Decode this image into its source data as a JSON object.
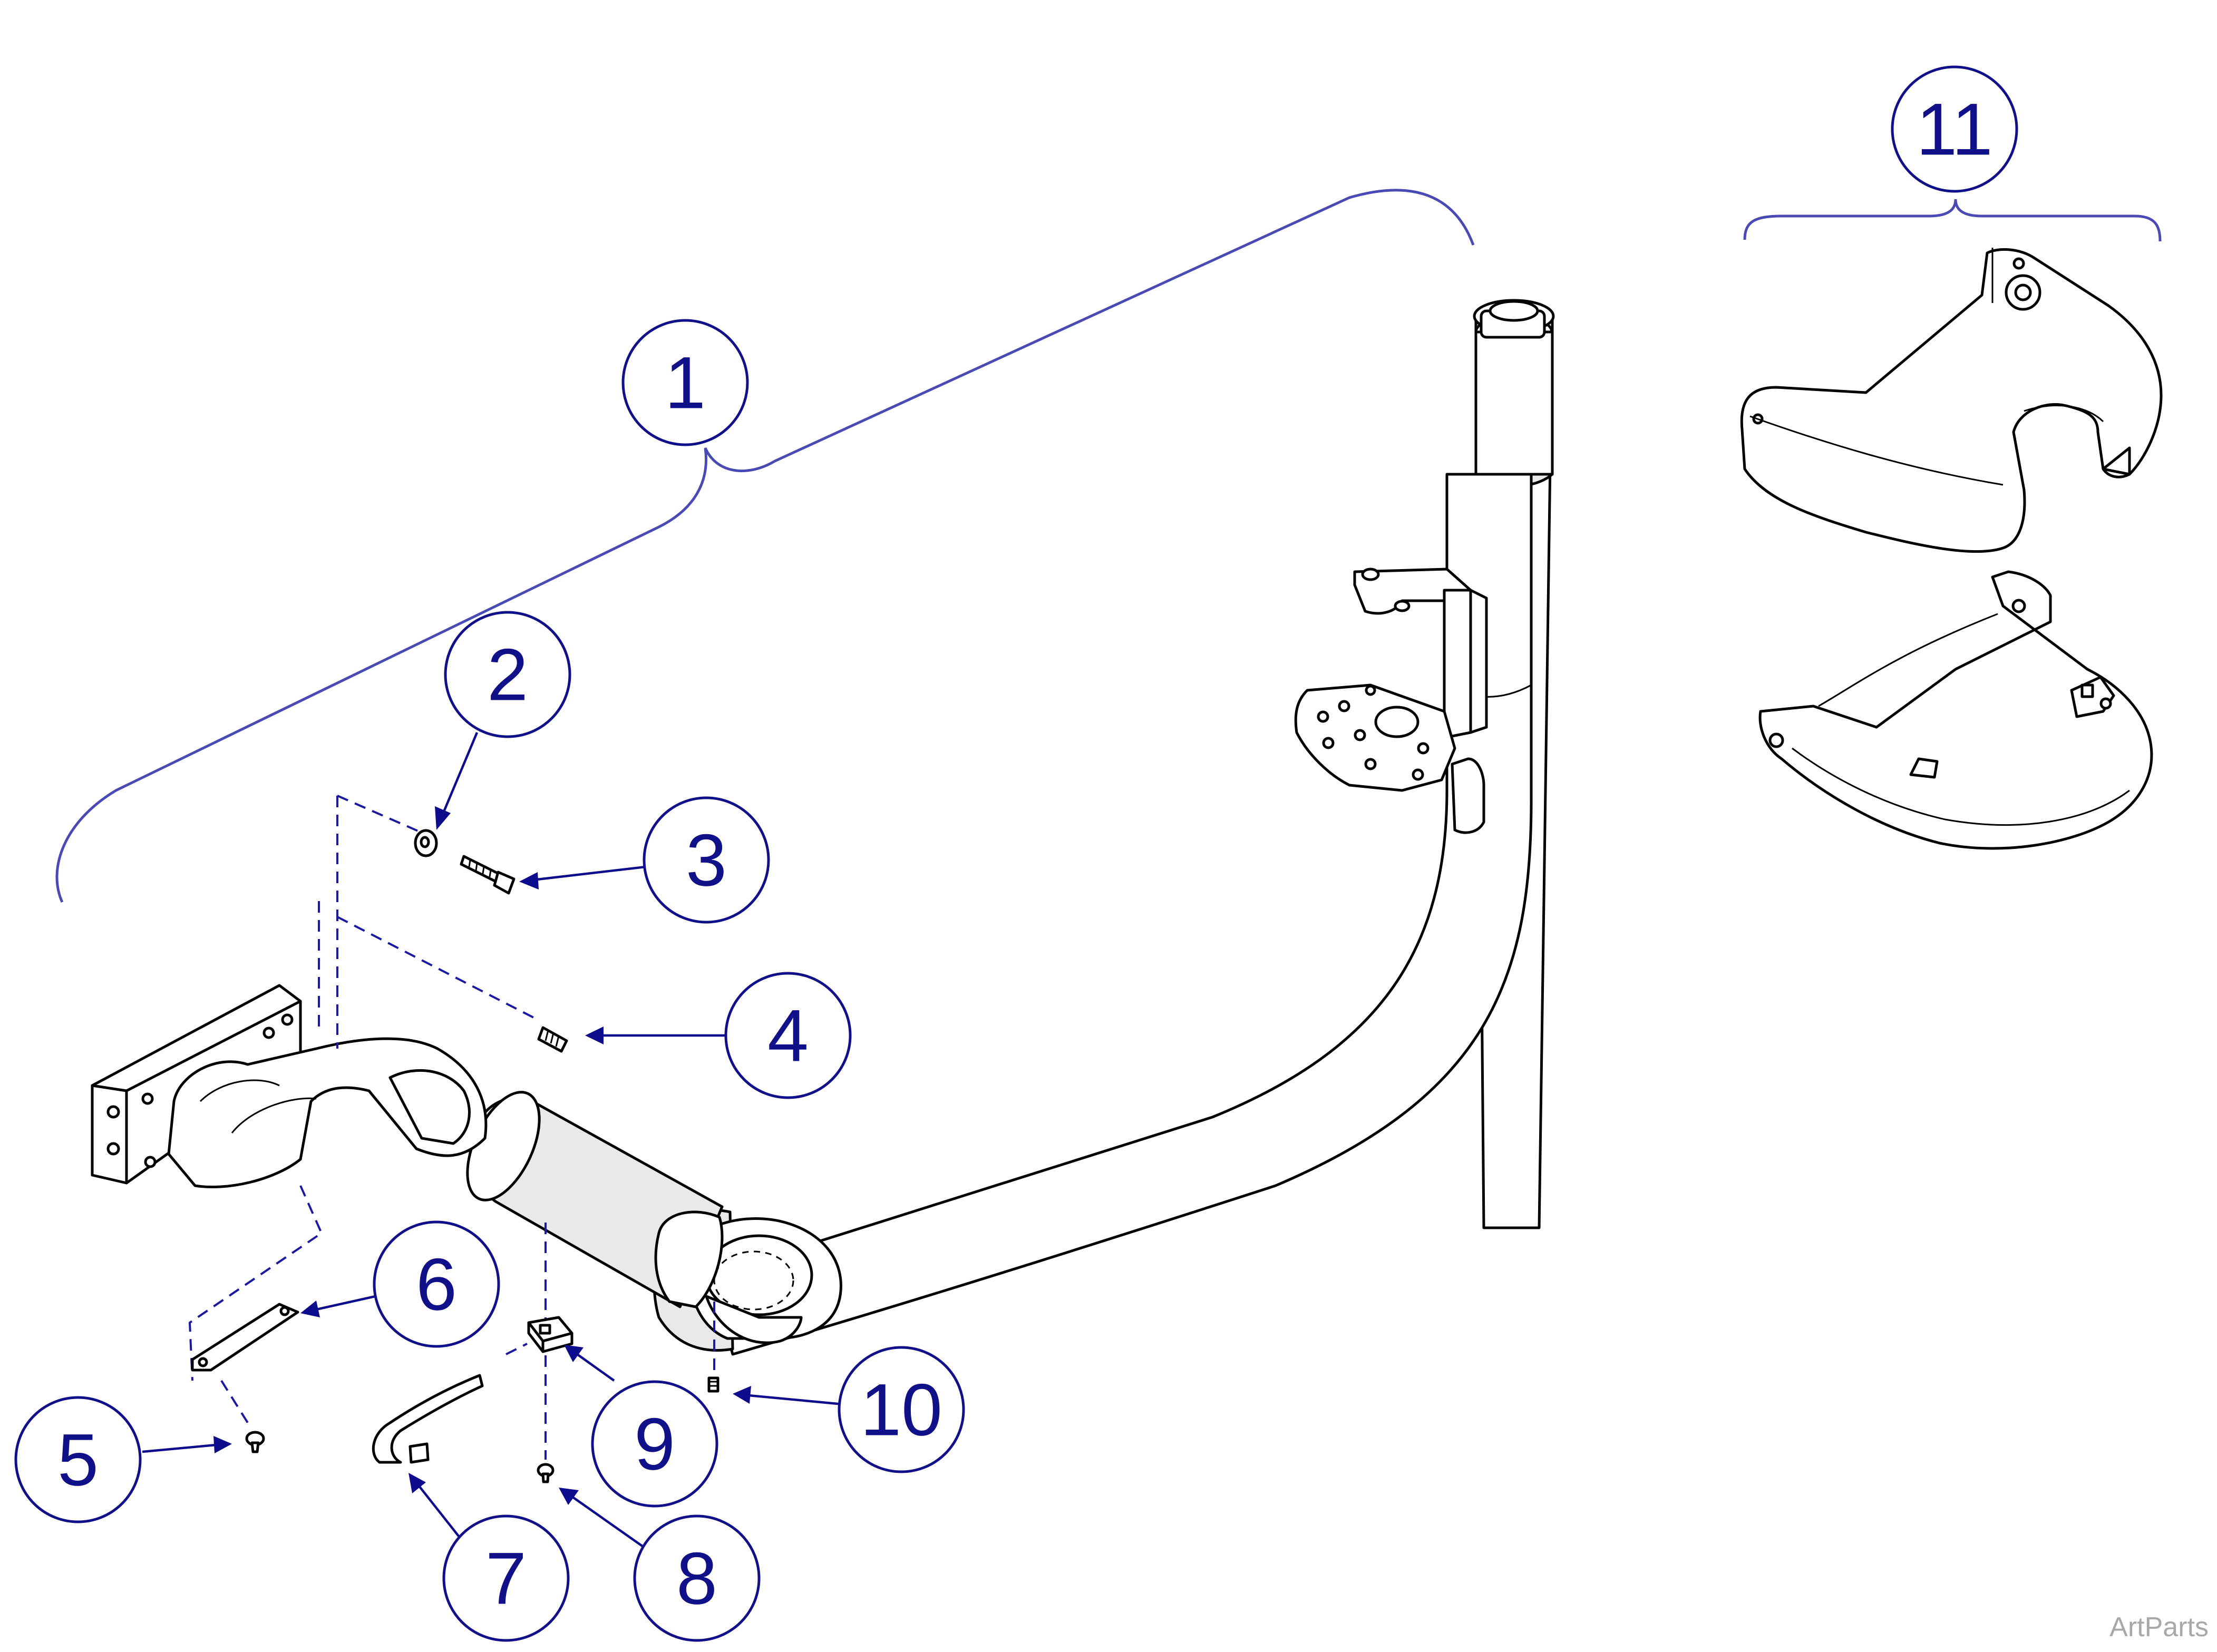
{
  "callouts": [
    {
      "label": "1"
    },
    {
      "label": "2"
    },
    {
      "label": "3"
    },
    {
      "label": "4"
    },
    {
      "label": "5"
    },
    {
      "label": "6"
    },
    {
      "label": "7"
    },
    {
      "label": "8"
    },
    {
      "label": "9"
    },
    {
      "label": "10"
    },
    {
      "label": "11"
    }
  ],
  "watermark": "ArtParts",
  "colors": {
    "callout_blue": "#101088",
    "line": "#000000",
    "watermark": "#a8a8a8"
  }
}
